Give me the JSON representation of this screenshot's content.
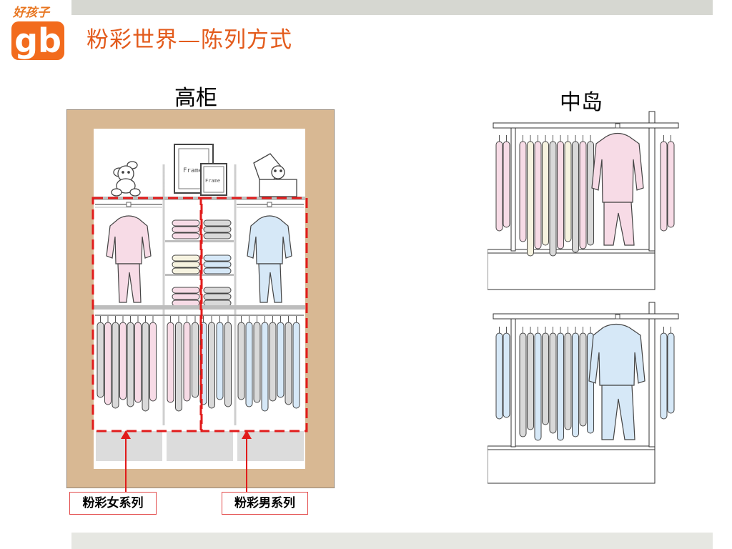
{
  "logo": {
    "cn_text": "好孩子",
    "mark_text": "gb"
  },
  "page": {
    "title": "粉彩世界—陈列方式"
  },
  "sections": {
    "tall_cabinet": {
      "title": "高柜"
    },
    "island": {
      "title": "中岛"
    }
  },
  "cabinet": {
    "frame_big_label": "Frame",
    "frame_small_label": "Frame",
    "series_labels": {
      "female": "粉彩女系列",
      "male": "粉彩男系列"
    }
  },
  "colors": {
    "cabinet_wood": "#d8b893",
    "pink": "#f7dbe6",
    "blue": "#d6e8f7",
    "cream": "#f6f3e0",
    "grey": "#d9d9d9",
    "highlight": "#e11b1b",
    "title_orange": "#e35b1c"
  },
  "icons": [
    "teddy-bear-icon",
    "photo-frame-icon",
    "toy-box-icon",
    "folded-clothes-icon",
    "hanging-pants-icon",
    "outfit-icon"
  ]
}
